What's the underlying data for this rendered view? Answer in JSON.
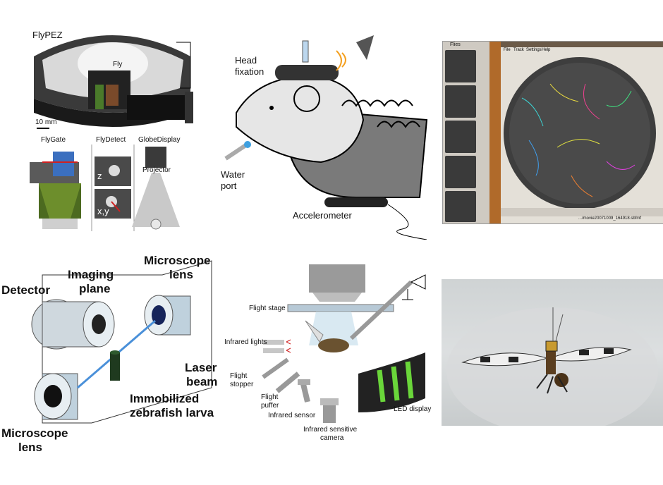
{
  "flypez": {
    "title": "FlyPEZ",
    "fly": "Fly",
    "scale": "10 mm",
    "gate": "FlyGate",
    "detect": "FlyDetect",
    "globe": "GlobeDisplay",
    "projector": "Projector",
    "z": "z",
    "xy": "x,y"
  },
  "mouse": {
    "head": "Head",
    "fixation": "fixation",
    "water": "Water",
    "port": "port",
    "accel": "Accelerometer"
  },
  "tracker": {
    "panel_title": "Flies",
    "menu": [
      "File",
      "Track",
      "Settings",
      "Help"
    ],
    "status": ".../movie20071009_164918.sbfmf"
  },
  "zebrafish": {
    "microscope_top_1": "Microscope",
    "microscope_top_2": "lens",
    "imaging_1": "Imaging",
    "imaging_2": "plane",
    "detector": "Detector",
    "laser_1": "Laser",
    "laser_2": "beam",
    "larva_1": "Immobilized",
    "larva_2": "zebrafish larva",
    "microscope_bot_1": "Microscope",
    "microscope_bot_2": "lens"
  },
  "flight": {
    "stage": "Flight stage",
    "ir_lights": "Infrared lights",
    "stopper_1": "Flight",
    "stopper_2": "stopper",
    "puffer_1": "Flight",
    "puffer_2": "puffer",
    "ir_sensor": "Infrared sensor",
    "led": "LED display",
    "camera_1": "Infrared sensitive",
    "camera_2": "camera"
  }
}
